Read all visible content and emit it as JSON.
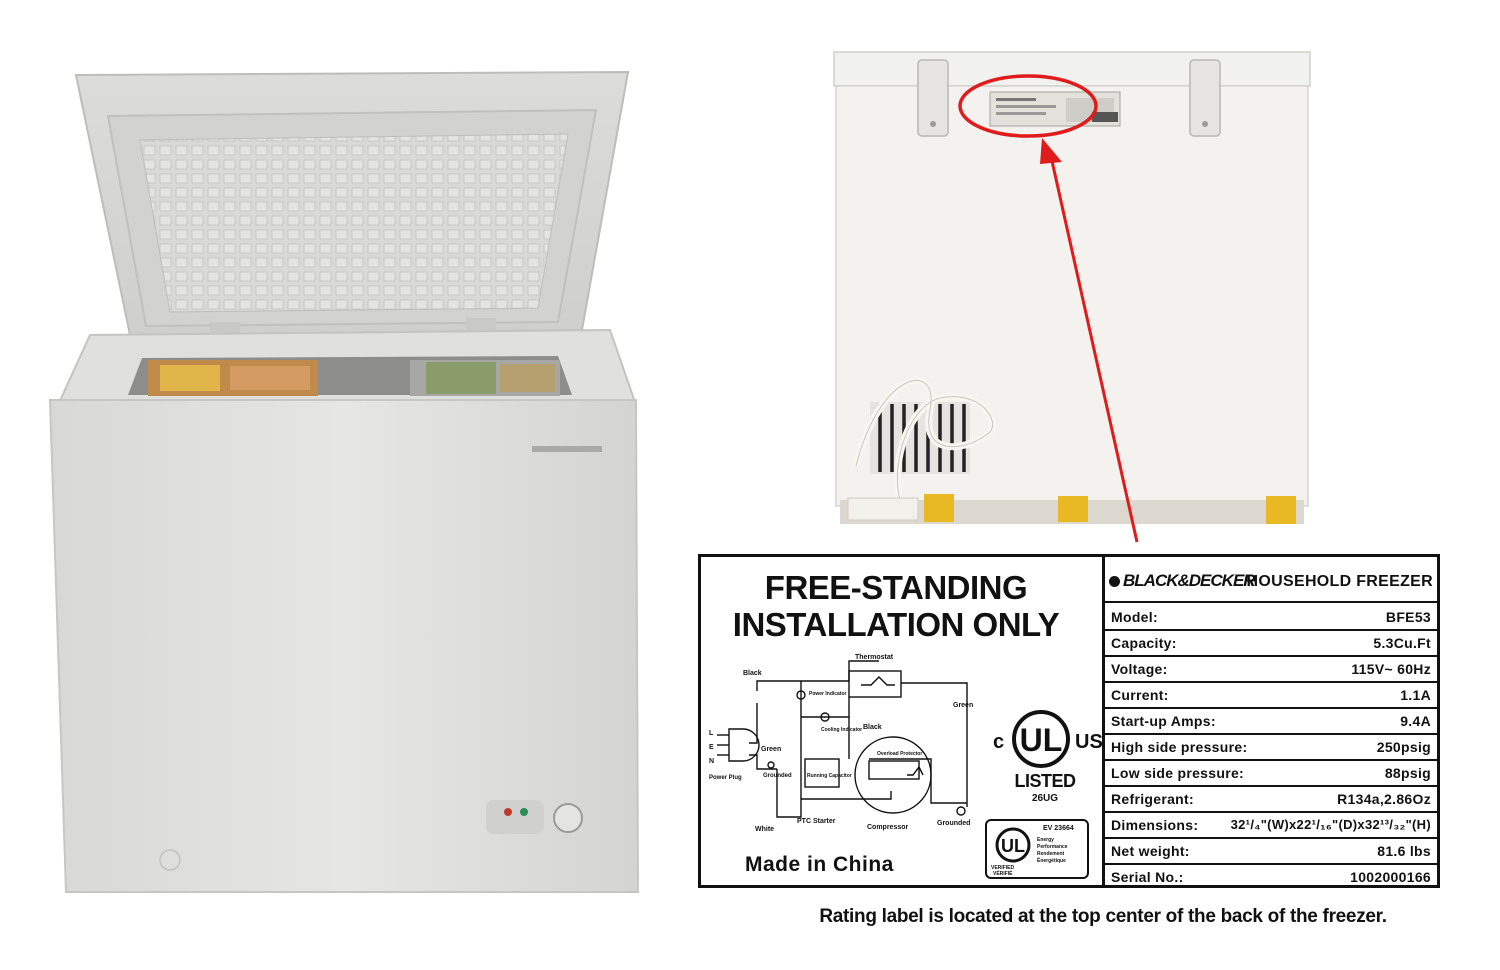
{
  "label": {
    "install_heading_line1": "FREE-STANDING",
    "install_heading_line2": "INSTALLATION ONLY",
    "made_in": "Made in China",
    "brand": "BLACK&DECKER",
    "product": "HOUSEHOLD FREEZER",
    "specs": [
      {
        "key": "Model:",
        "value": "BFE53"
      },
      {
        "key": "Capacity:",
        "value": "5.3Cu.Ft"
      },
      {
        "key": "Voltage:",
        "value": "115V~ 60Hz"
      },
      {
        "key": "Current:",
        "value": "1.1A"
      },
      {
        "key": "Start-up Amps:",
        "value": "9.4A"
      },
      {
        "key": "High side pressure:",
        "value": "250psig"
      },
      {
        "key": "Low side pressure:",
        "value": "88psig"
      },
      {
        "key": "Refrigerant:",
        "value": "R134a,2.86Oz"
      },
      {
        "key": "Dimensions:",
        "value": "32¹/₄\"(W)x22¹/₁₆\"(D)x32¹³/₃₂\"(H)"
      },
      {
        "key": "Net weight:",
        "value": "81.6 lbs"
      },
      {
        "key": "Serial No.:",
        "value": "1002000166"
      }
    ],
    "ul": {
      "c": "c",
      "us": "US",
      "listed": "LISTED",
      "code": "26UG",
      "ev_number": "EV 23664",
      "ev_text_1": "Energy",
      "ev_text_2": "Performance",
      "ev_text_3": "Rendement",
      "ev_text_4": "Énergétique",
      "verified": "VERIFIED",
      "verifie": "VÉRIFIÉ"
    },
    "wiring": {
      "black_top": "Black",
      "thermostat": "Thermostat",
      "power_indicator": "Power Indicator",
      "green_right": "Green",
      "cooling_indicator": "Cooling Indicator",
      "black_mid": "Black",
      "l": "L",
      "e": "E",
      "n": "N",
      "green_left": "Green",
      "power_plug": "Power Plug",
      "grounded_left": "Grounded",
      "overload": "Overload Protector",
      "ptc_capacitor": "Running Capacitor",
      "white": "White",
      "ptc_starter": "PTC Starter",
      "compressor": "Compressor",
      "grounded_right": "Grounded"
    }
  },
  "caption": "Rating label is located at the top center of the back of the freezer.",
  "colors": {
    "callout_red": "#e01b1b",
    "freezer_white": "#e9e9e7",
    "tape_yellow": "#e8b923"
  }
}
